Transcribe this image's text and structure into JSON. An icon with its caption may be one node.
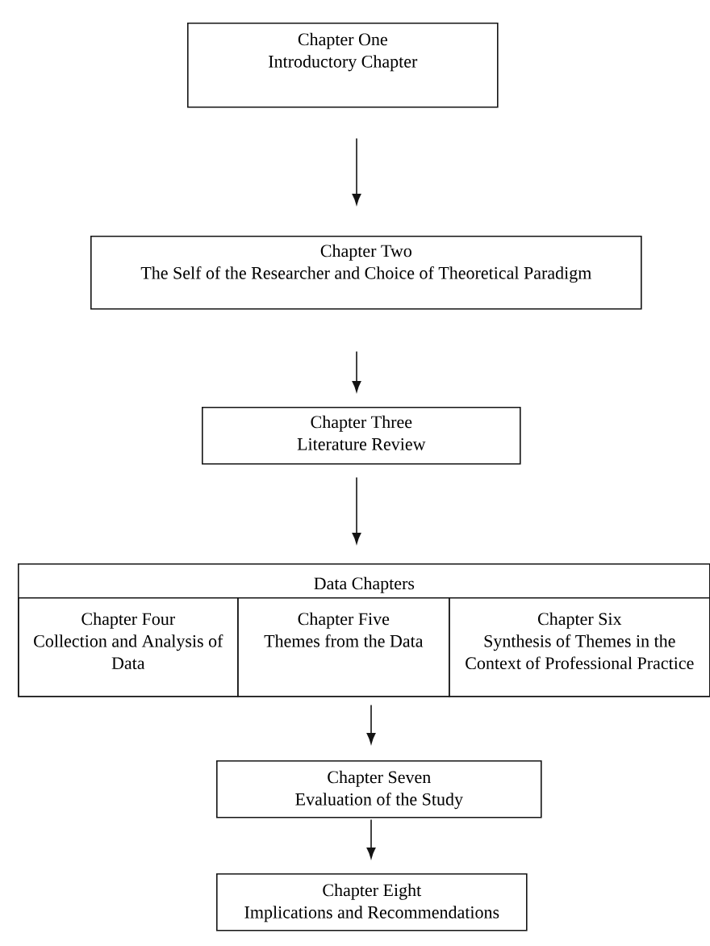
{
  "diagram": {
    "nodes": [
      {
        "text": [
          "Chapter One",
          "Introductory Chapter"
        ]
      },
      {
        "text": [
          "Chapter Two",
          "The Self of the Researcher and Choice of Theoretical Paradigm"
        ]
      },
      {
        "text": [
          "Chapter Three",
          "Literature Review"
        ]
      },
      {
        "text": [
          "Data Chapters"
        ]
      },
      {
        "text": [
          "Chapter Four",
          "Collection and Analysis of Data"
        ],
        "in": 3
      },
      {
        "text": [
          "Chapter Five",
          "Themes from the Data"
        ],
        "in": 3
      },
      {
        "text": [
          "Chapter Six",
          "Synthesis of Themes in the Context of Professional Practice"
        ],
        "in": 3
      },
      {
        "text": [
          "Chapter Seven",
          "Evaluation of the Study"
        ]
      },
      {
        "text": [
          "Chapter Eight",
          "Implications and Recommendations"
        ]
      }
    ],
    "edges": [
      {
        "from": 0,
        "to": 1,
        "arrow": "to"
      },
      {
        "from": 1,
        "to": 2,
        "arrow": "to"
      },
      {
        "from": 2,
        "to": 3,
        "arrow": "to"
      },
      {
        "from": 3,
        "to": 7,
        "arrow": "to"
      },
      {
        "from": 7,
        "to": 8,
        "arrow": "to"
      }
    ]
  }
}
